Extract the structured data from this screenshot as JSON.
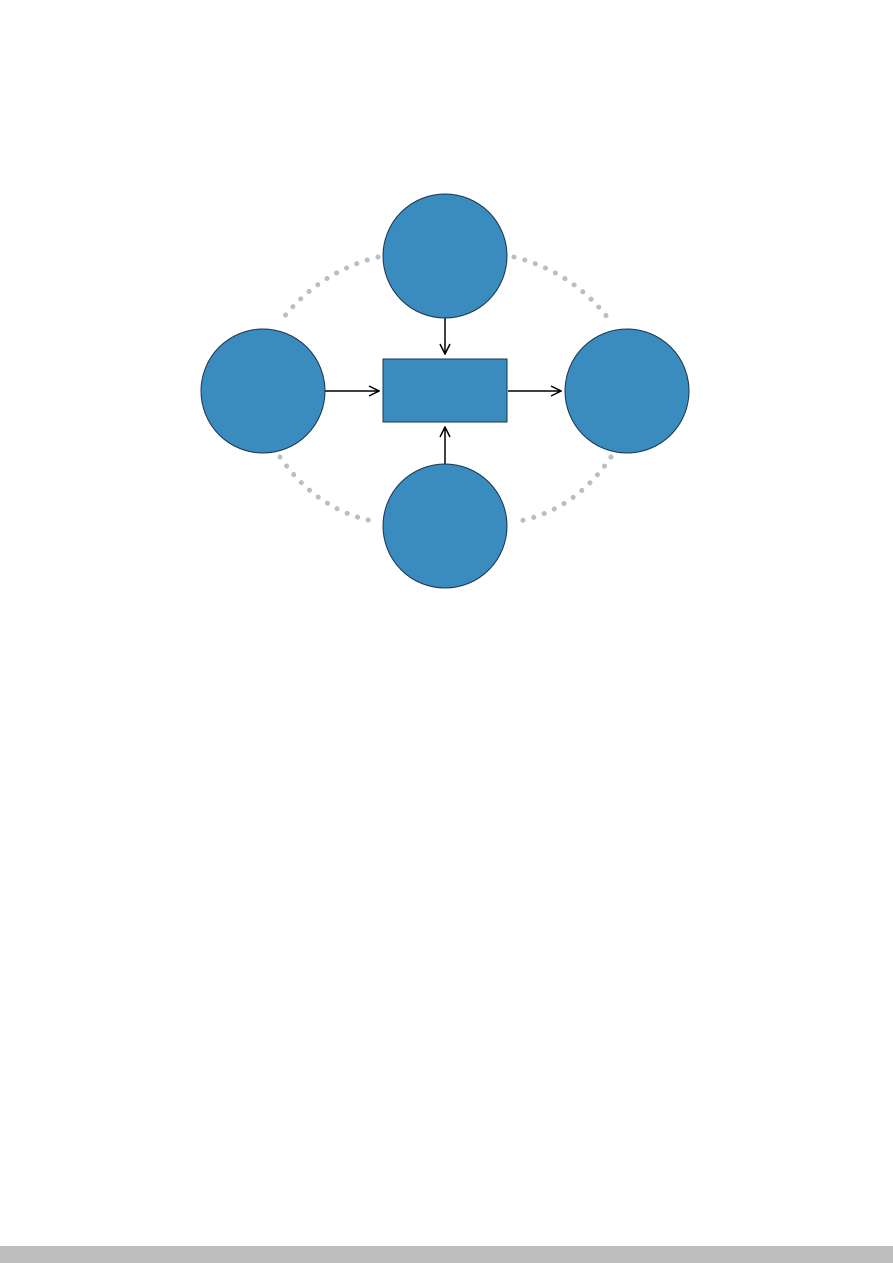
{
  "diagram": {
    "nodes": [
      {
        "id": "top",
        "shape": "circle",
        "label": ""
      },
      {
        "id": "left",
        "shape": "circle",
        "label": ""
      },
      {
        "id": "right",
        "shape": "circle",
        "label": ""
      },
      {
        "id": "bottom",
        "shape": "circle",
        "label": ""
      },
      {
        "id": "center",
        "shape": "rectangle",
        "label": ""
      }
    ],
    "edges": [
      {
        "from": "top",
        "to": "center",
        "style": "arrow"
      },
      {
        "from": "bottom",
        "to": "center",
        "style": "arrow"
      },
      {
        "from": "left",
        "to": "center",
        "style": "arrow"
      },
      {
        "from": "center",
        "to": "right",
        "style": "arrow"
      }
    ],
    "connectors": [
      {
        "from": "top",
        "to": "left",
        "style": "dotted"
      },
      {
        "from": "top",
        "to": "right",
        "style": "dotted"
      },
      {
        "from": "bottom",
        "to": "left",
        "style": "dotted"
      },
      {
        "from": "bottom",
        "to": "right",
        "style": "dotted"
      }
    ]
  },
  "colors": {
    "node_fill": "#3a8bbe",
    "node_stroke": "#1a3550",
    "arrow": "#000000",
    "dotted_ring": "#b5bfc5",
    "bottom_bar": "#bdbdbd",
    "background": "#ffffff"
  }
}
